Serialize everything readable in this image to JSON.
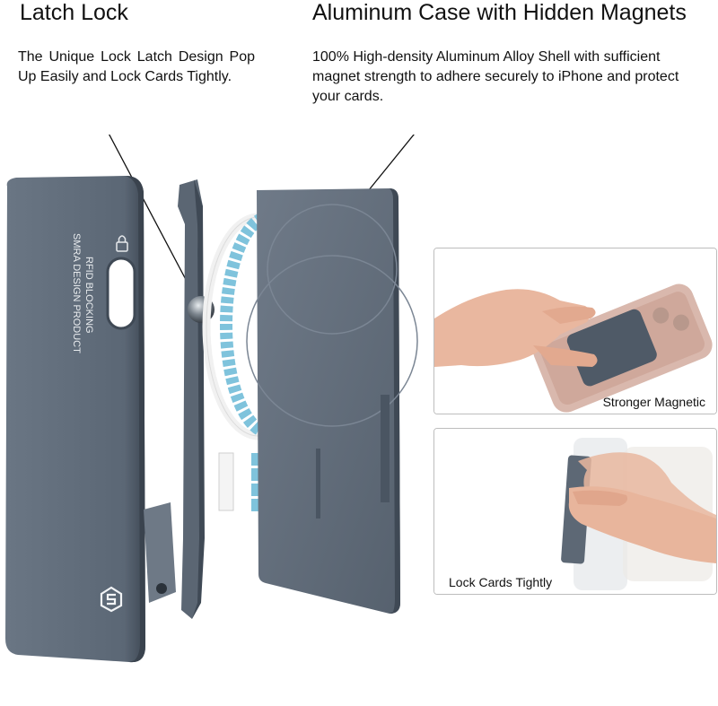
{
  "left_feature": {
    "title": "Latch Lock",
    "description": "The Unique Lock Latch Design Pop Up Easily and Lock Cards Tightly."
  },
  "right_feature": {
    "title": "Aluminum Case with Hidden Magnets",
    "description": "100% High-density Aluminum Alloy Shell with sufficient magnet strength to adhere securely to iPhone and protect your cards."
  },
  "product": {
    "side_text_line1": "RFID BLOCKING",
    "side_text_line2": "SMRA DESIGN PRODUCT",
    "colors": {
      "shell": "#5f6b78",
      "shell_dark": "#4a5562",
      "magnet_ring": "#7fc3dc"
    },
    "icons": [
      "lock-icon",
      "brand-logo-icon"
    ]
  },
  "panels": {
    "top_caption": "Stronger Magnetic",
    "bottom_caption": "Lock Cards Tightly"
  }
}
